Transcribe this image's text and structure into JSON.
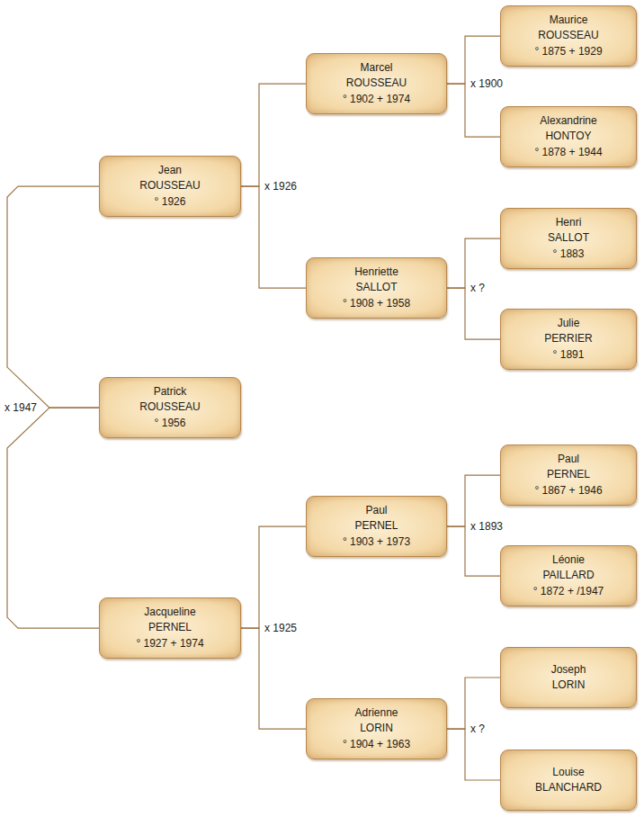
{
  "diagram": {
    "nodes": [
      {
        "text": [
          "Jean",
          "ROUSSEAU",
          "° 1926"
        ]
      },
      {
        "text": [
          "Patrick",
          "ROUSSEAU",
          "° 1956"
        ]
      },
      {
        "text": [
          "Jacqueline",
          "PERNEL",
          "° 1927 + 1974"
        ]
      },
      {
        "text": [
          "Marcel",
          "ROUSSEAU",
          "° 1902 + 1974"
        ]
      },
      {
        "text": [
          "Henriette",
          "SALLOT",
          "° 1908 + 1958"
        ]
      },
      {
        "text": [
          "Paul",
          "PERNEL",
          "° 1903 + 1973"
        ]
      },
      {
        "text": [
          "Adrienne",
          "LORIN",
          "° 1904 + 1963"
        ]
      },
      {
        "text": [
          "Maurice",
          "ROUSSEAU",
          "° 1875 + 1929"
        ]
      },
      {
        "text": [
          "Alexandrine",
          "HONTOY",
          "° 1878 + 1944"
        ]
      },
      {
        "text": [
          "Henri",
          "SALLOT",
          "° 1883"
        ]
      },
      {
        "text": [
          "Julie",
          "PERRIER",
          "° 1891"
        ]
      },
      {
        "text": [
          "Paul",
          "PERNEL",
          "° 1867 + 1946"
        ]
      },
      {
        "text": [
          "Léonie",
          "PAILLARD",
          "° 1872 + /1947"
        ]
      },
      {
        "text": [
          "Joseph",
          "LORIN"
        ]
      },
      {
        "text": [
          "Louise",
          "BLANCHARD"
        ]
      }
    ],
    "edges": [
      {
        "from": 1,
        "to": 0,
        "arrow": "none",
        "label": "x 1947"
      },
      {
        "from": 1,
        "to": 2,
        "arrow": "none"
      },
      {
        "from": 0,
        "to": 3,
        "arrow": "none",
        "label": "x 1926"
      },
      {
        "from": 0,
        "to": 4,
        "arrow": "none"
      },
      {
        "from": 2,
        "to": 5,
        "arrow": "none",
        "label": "x 1925"
      },
      {
        "from": 2,
        "to": 6,
        "arrow": "none"
      },
      {
        "from": 3,
        "to": 7,
        "arrow": "none",
        "label": "x 1900"
      },
      {
        "from": 3,
        "to": 8,
        "arrow": "none"
      },
      {
        "from": 4,
        "to": 9,
        "arrow": "none",
        "label": "x ?"
      },
      {
        "from": 4,
        "to": 10,
        "arrow": "none"
      },
      {
        "from": 5,
        "to": 11,
        "arrow": "none",
        "label": "x 1893"
      },
      {
        "from": 5,
        "to": 12,
        "arrow": "none"
      },
      {
        "from": 6,
        "to": 13,
        "arrow": "none",
        "label": "x ?"
      },
      {
        "from": 6,
        "to": 14,
        "arrow": "none"
      }
    ]
  }
}
